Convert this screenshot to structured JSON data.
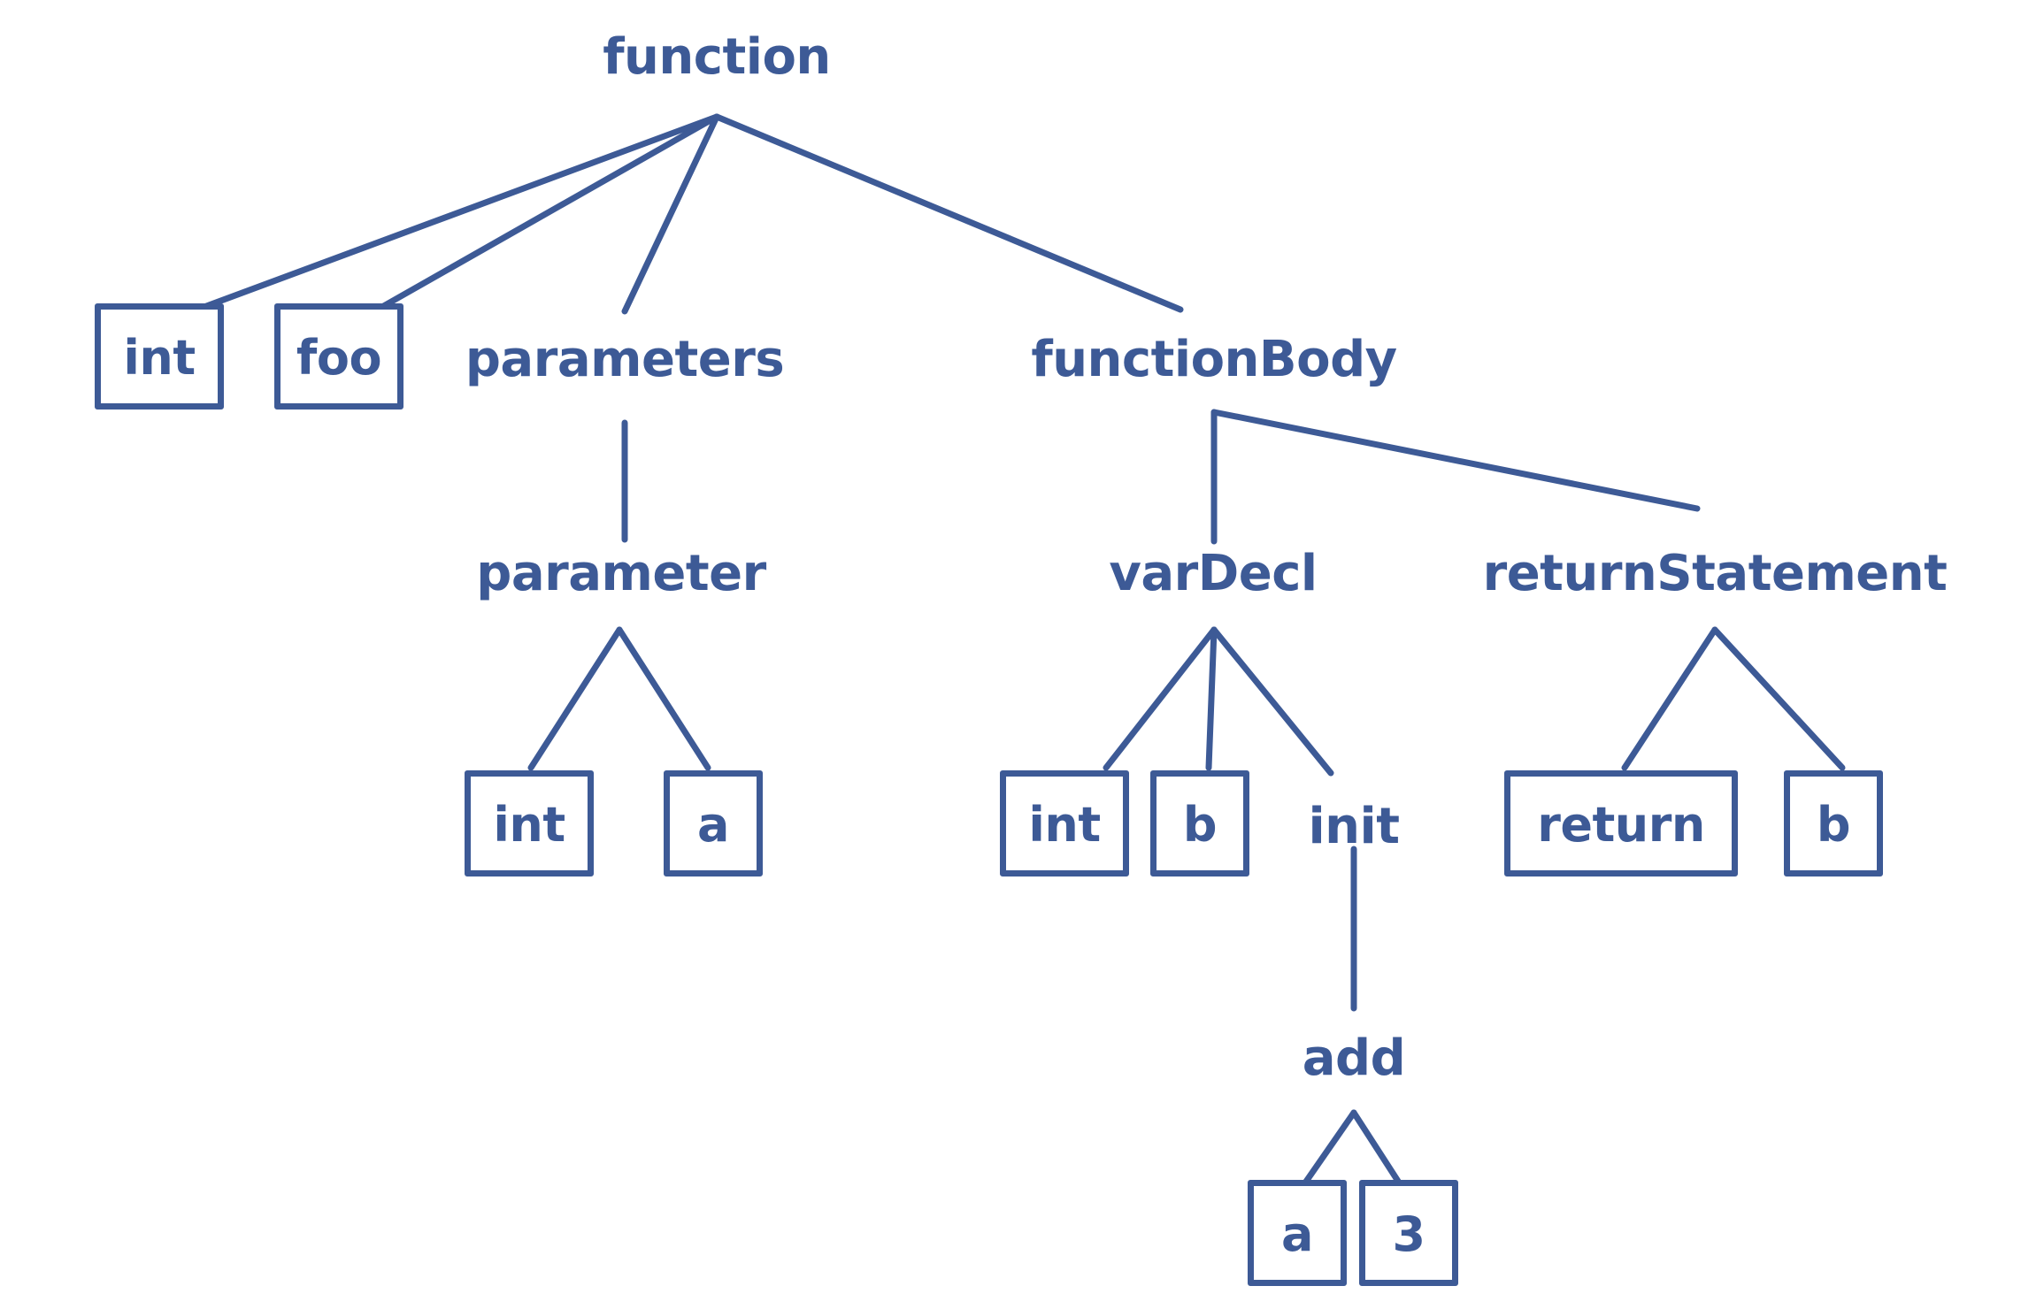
{
  "diagram": {
    "kind": "abstract-syntax-tree",
    "stroke_color": "#3d5a96",
    "background_color": "#ffffff",
    "nodes": {
      "function": "function",
      "int_return_type": "int",
      "foo": "foo",
      "parameters": "parameters",
      "function_body": "functionBody",
      "parameter": "parameter",
      "int_param_type": "int",
      "a_param_name": "a",
      "var_decl": "varDecl",
      "return_statement": "returnStatement",
      "int_var_type": "int",
      "b_var_name": "b",
      "init": "init",
      "return_keyword": "return",
      "b_return_value": "b",
      "add": "add",
      "a_operand": "a",
      "three_operand": "3"
    },
    "edges": [
      "function -> int",
      "function -> foo",
      "function -> parameters",
      "function -> functionBody",
      "parameters -> parameter",
      "parameter -> int",
      "parameter -> a",
      "functionBody -> varDecl",
      "functionBody -> returnStatement",
      "varDecl -> int",
      "varDecl -> b",
      "varDecl -> init",
      "init -> add",
      "add -> a",
      "add -> 3",
      "returnStatement -> return",
      "returnStatement -> b"
    ]
  }
}
